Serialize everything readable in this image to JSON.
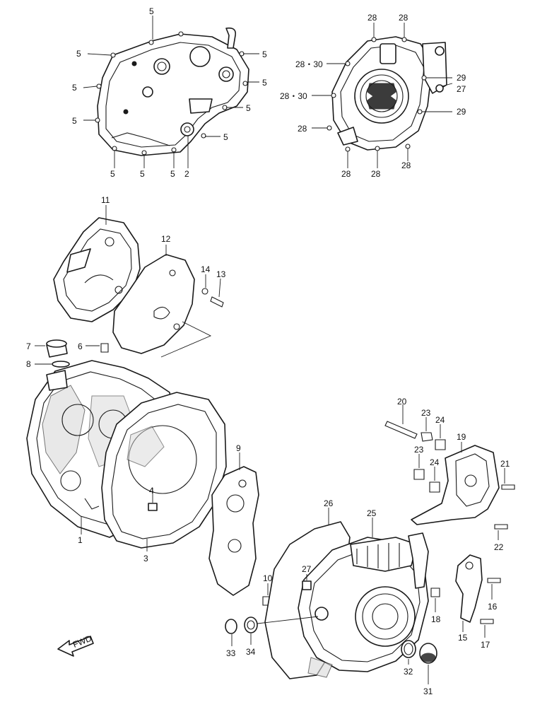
{
  "diagram": {
    "callouts": {
      "c5": "5",
      "c2": "2",
      "c28": "28",
      "c2830": "28・30",
      "c27": "27",
      "c29": "29",
      "c11": "11",
      "c12": "12",
      "c13": "13",
      "c14": "14",
      "c7": "7",
      "c8": "8",
      "c6": "6",
      "c1": "1",
      "c3": "3",
      "c4": "4",
      "c9": "9",
      "c10": "10",
      "c20": "20",
      "c23": "23",
      "c24": "24",
      "c19": "19",
      "c21": "21",
      "c22": "22",
      "c26": "26",
      "c25": "25",
      "c16": "16",
      "c15": "15",
      "c17": "17",
      "c18": "18",
      "c33": "33",
      "c34": "34",
      "c32": "32",
      "c31": "31"
    },
    "fwd_label": "FWD"
  }
}
